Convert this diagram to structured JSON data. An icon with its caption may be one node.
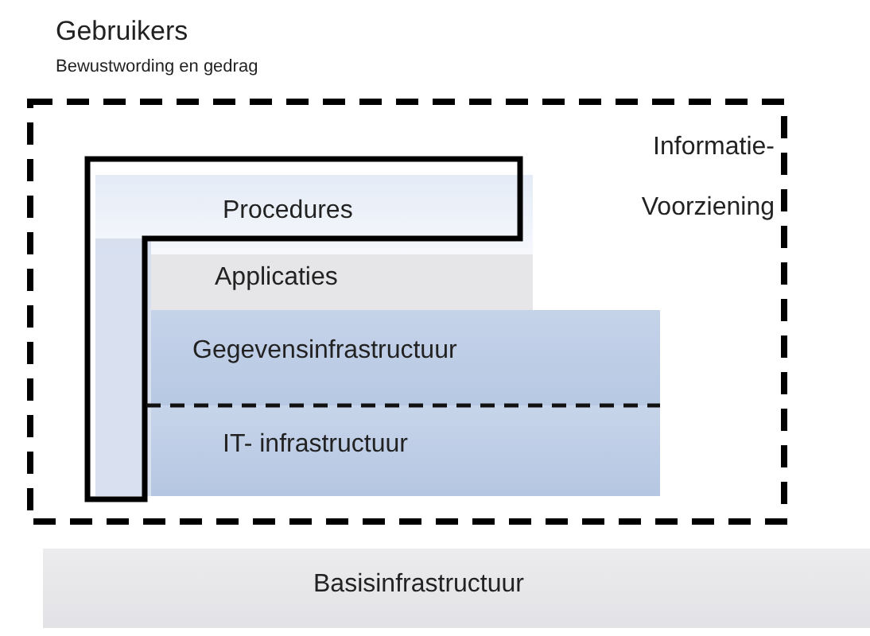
{
  "diagram": {
    "nodes": [
      {
        "text": [
          "Informatie- Voorziening"
        ]
      },
      {
        "text": [
          "Procedures"
        ],
        "in": 0
      },
      {
        "text": [
          "Applicaties"
        ],
        "in": 0
      },
      {
        "text": [
          "Gegevensinfrastructuur"
        ],
        "in": 0
      },
      {
        "text": [
          "IT- infrastructuur"
        ],
        "in": 0
      },
      {
        "text": [
          "Basisinfrastructuur"
        ]
      }
    ],
    "labels": [
      "Gebruikers",
      "Bewustwording en gedrag"
    ]
  }
}
